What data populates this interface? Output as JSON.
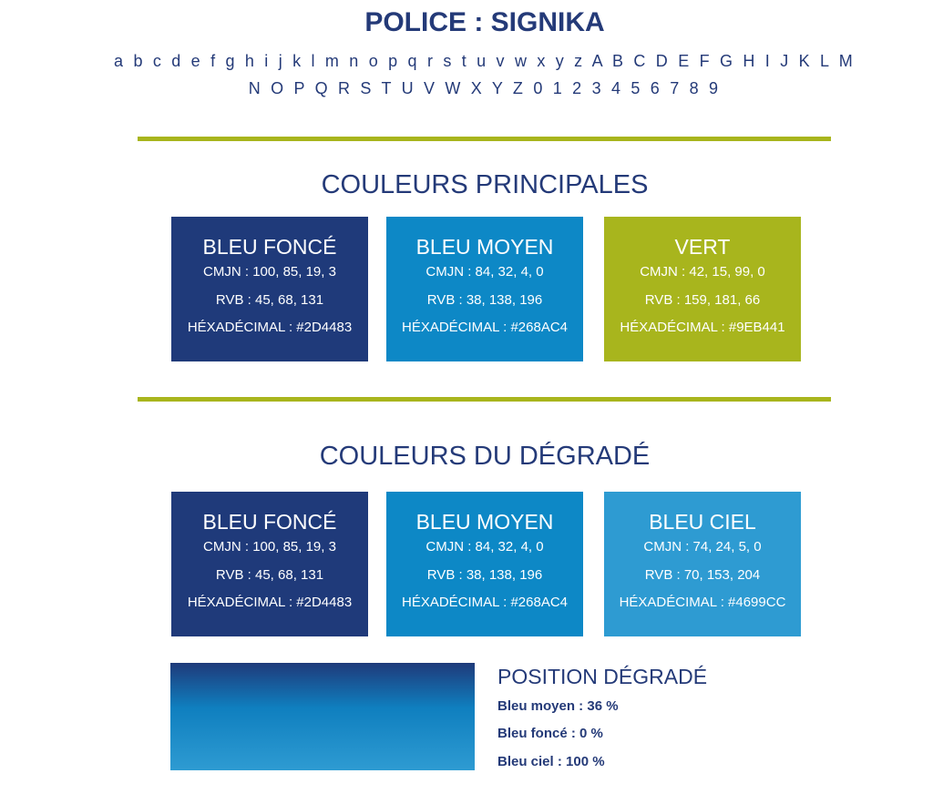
{
  "font_section": {
    "title": "POLICE : SIGNIKA",
    "alphabet_line1": "a b c d e f g h i j k l m n o p q r s t u v w x y z A B C D E F G H I J K L M",
    "alphabet_line2": "N O P Q R S T U V W X Y Z 0 1 2 3 4 5 6 7 8 9"
  },
  "accent_color": "#A8B51D",
  "main_colors": {
    "heading": "COULEURS PRINCIPALES",
    "cards": [
      {
        "name": "BLEU FONCÉ",
        "cmjn": "CMJN : 100, 85, 19, 3",
        "rvb": "RVB : 45, 68, 131",
        "hex": "HÉXADÉCIMAL : #2D4483",
        "swatch": "#1F3A7A"
      },
      {
        "name": "BLEU MOYEN",
        "cmjn": "CMJN : 84, 32, 4, 0",
        "rvb": "RVB : 38, 138, 196",
        "hex": "HÉXADÉCIMAL : #268AC4",
        "swatch": "#0D88C6"
      },
      {
        "name": "VERT",
        "cmjn": "CMJN : 42, 15, 99, 0",
        "rvb": "RVB : 159, 181, 66",
        "hex": "HÉXADÉCIMAL : #9EB441",
        "swatch": "#A8B51D"
      }
    ]
  },
  "gradient_colors": {
    "heading": "COULEURS DU DÉGRADÉ",
    "cards": [
      {
        "name": "BLEU FONCÉ",
        "cmjn": "CMJN : 100, 85, 19, 3",
        "rvb": "RVB : 45, 68, 131",
        "hex": "HÉXADÉCIMAL : #2D4483",
        "swatch": "#1F3A7A"
      },
      {
        "name": "BLEU MOYEN",
        "cmjn": "CMJN : 84, 32, 4, 0",
        "rvb": "RVB : 38, 138, 196",
        "hex": "HÉXADÉCIMAL : #268AC4",
        "swatch": "#0D88C6"
      },
      {
        "name": "BLEU CIEL",
        "cmjn": "CMJN : 74, 24, 5, 0",
        "rvb": "RVB : 70, 153, 204",
        "hex": "HÉXADÉCIMAL : #4699CC",
        "swatch": "#2E9BD2"
      }
    ]
  },
  "gradient_position": {
    "title": "POSITION DÉGRADÉ",
    "stops": [
      "Bleu moyen : 36 %",
      "Bleu foncé : 0 %",
      "Bleu ciel : 100 %"
    ]
  }
}
